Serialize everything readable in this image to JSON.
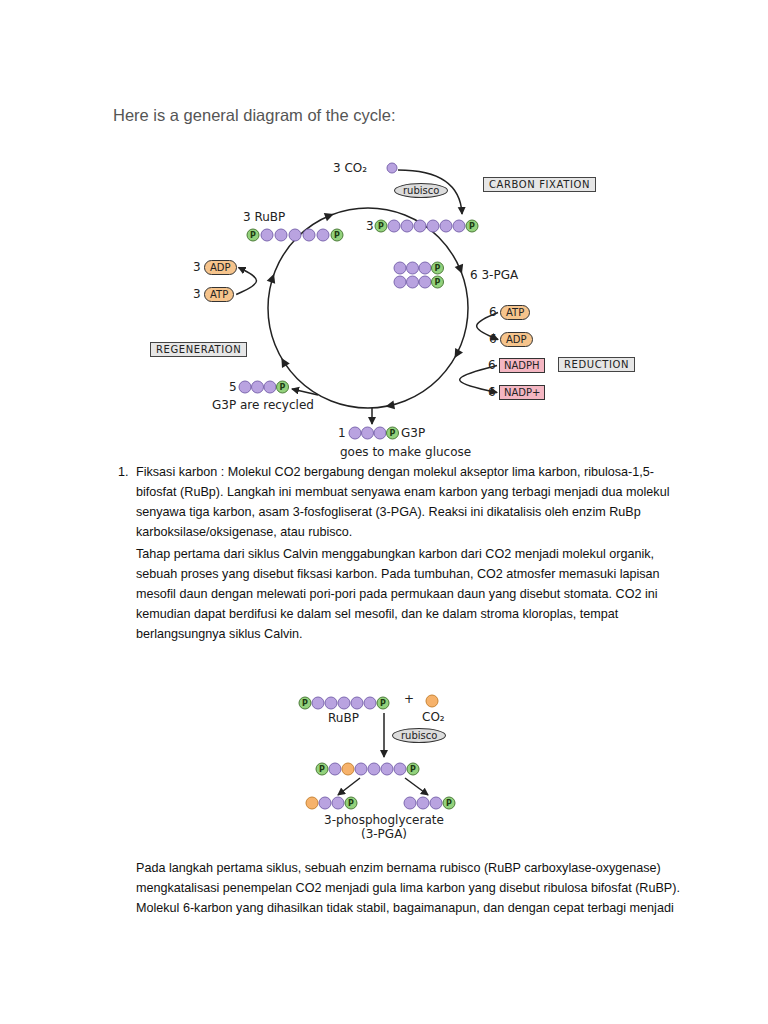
{
  "diagram": {
    "title": "Here is a general diagram of the cycle:",
    "nodes": [
      {
        "text": [
          "rubisco"
        ]
      },
      {
        "text": [
          "CARBON FIXATION"
        ]
      },
      {
        "text": [
          "ADP"
        ]
      },
      {
        "text": [
          "ATP"
        ]
      },
      {
        "text": [
          "ATP"
        ]
      },
      {
        "text": [
          "ADP"
        ]
      },
      {
        "text": [
          "REGENERATION"
        ]
      },
      {
        "text": [
          "NADPH"
        ]
      },
      {
        "text": [
          "REDUCTION"
        ]
      },
      {
        "text": [
          "NADP+"
        ]
      },
      {
        "text": [
          "rubisco"
        ]
      }
    ],
    "edges": [
      {
        "from": 3,
        "to": 2,
        "arrow": "to"
      },
      {
        "from": 4,
        "to": 5,
        "arrow": "to"
      },
      {
        "from": 7,
        "to": 9,
        "arrow": "to"
      }
    ],
    "labels": [
      "3 CO₂",
      "3 RuBP",
      "3",
      "6 3-PGA",
      "6",
      "6",
      "6",
      "6",
      "3",
      "3",
      "5",
      "G3P are recycled",
      "1",
      "G3P",
      "goes to make glucose",
      "1.",
      "Fiksasi karbon : Molekul CO2 bergabung dengan molekul akseptor lima karbon, ribulosa-1,5-bifosfat (RuBp). Langkah ini membuat senyawa enam karbon yang terbagi menjadi dua molekul senyawa tiga karbon, asam 3-fosfogliserat (3-PGA). Reaksi ini dikatalisis oleh enzim RuBp karboksilase/oksigenase, atau rubisco.",
      "Tahap pertama dari siklus Calvin menggabungkan karbon dari CO2 menjadi molekul organik, sebuah proses yang disebut fiksasi karbon. Pada tumbuhan, CO2 atmosfer memasuki lapisan mesofil daun dengan melewati pori-pori pada permukaan daun yang disebut stomata. CO2 ini kemudian dapat berdifusi ke dalam sel mesofil, dan ke dalam stroma kloroplas, tempat berlangsungnya siklus Calvin.",
      "RuBP",
      "+",
      "CO₂",
      "3-phosphoglycerate (3-PGA)",
      "Pada langkah pertama siklus, sebuah enzim bernama rubisco (RuBP carboxylase-oxygenase) mengkatalisasi penempelan CO2 menjadi gula lima karbon yang disebut ribulosa bifosfat (RuBP). Molekul 6-karbon yang dihasilkan tidak stabil, bagaimanapun, dan dengan cepat terbagi menjadi",
      "P",
      "P",
      "P",
      "P",
      "P",
      "P",
      "P",
      "P",
      "P",
      "P",
      "P",
      "P",
      "P",
      "P"
    ]
  }
}
